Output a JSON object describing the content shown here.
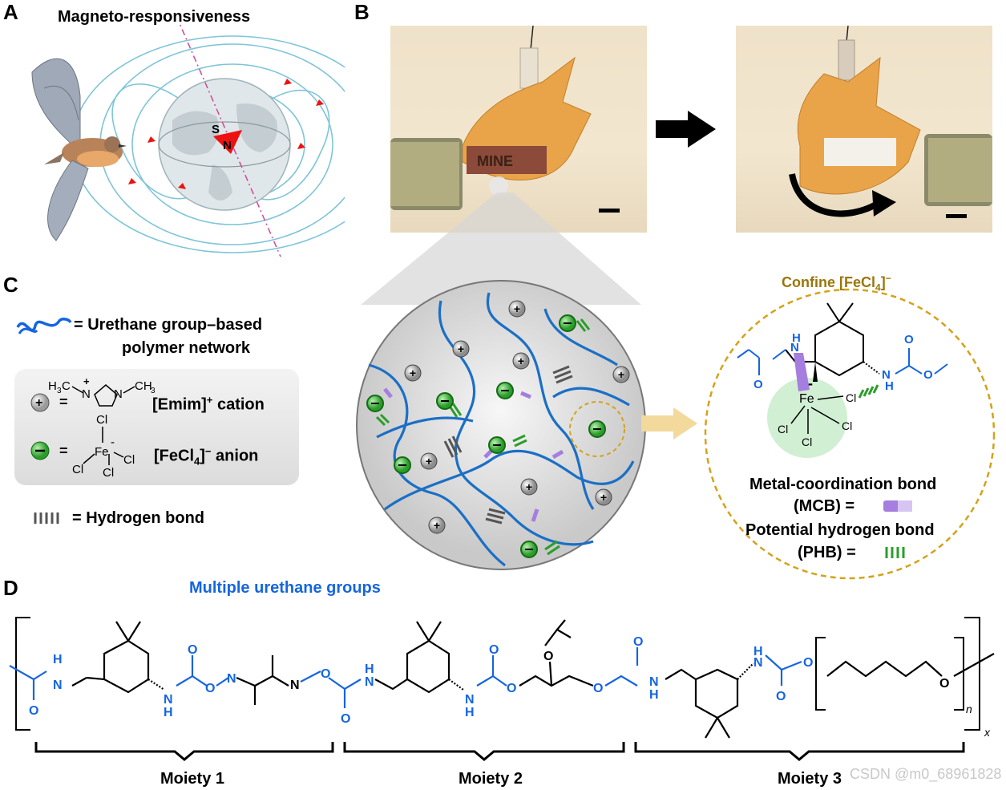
{
  "panels": {
    "a": "A",
    "b": "B",
    "c": "C",
    "d": "D"
  },
  "panel_a": {
    "title": "Magneto-responsiveness",
    "compass_s": "S",
    "compass_n": "N"
  },
  "panel_b": {
    "label_text": "MINE"
  },
  "panel_c": {
    "network_legend": "= Urethane group–based",
    "network_legend_2": "polymer network",
    "cation_label": "[Emim]",
    "cation_sup": "+",
    "cation_word": " cation",
    "anion_label": "[FeCl",
    "anion_sub": "4",
    "anion_rest": "]",
    "anion_sup": "−",
    "anion_word": " anion",
    "hbond_label": "=  Hydrogen bond",
    "confine_title": "Confine [FeCl",
    "confine_sub": "4",
    "confine_end": "]",
    "confine_sup": "−",
    "mcb_title": "Metal-coordination bond",
    "mcb_abbr": "(MCB)  =",
    "phb_title": "Potential hydrogen bond",
    "phb_abbr": "(PHB)  =",
    "icons": {
      "network": "blue-squiggle-icon",
      "cation": "plus-ball-icon",
      "anion": "minus-ball-icon"
    }
  },
  "panel_d": {
    "header": "Multiple urethane groups",
    "moiety1": "Moiety 1",
    "moiety2": "Moiety 2",
    "moiety3": "Moiety 3",
    "n": "n",
    "x": "x"
  },
  "watermark": "CSDN @m0_68961828",
  "colors": {
    "blue": "#1565e0",
    "green": "#2a9d2a",
    "purple": "#9a6fd8",
    "gold": "#d4a21a",
    "arrow": "#f3d99c"
  }
}
